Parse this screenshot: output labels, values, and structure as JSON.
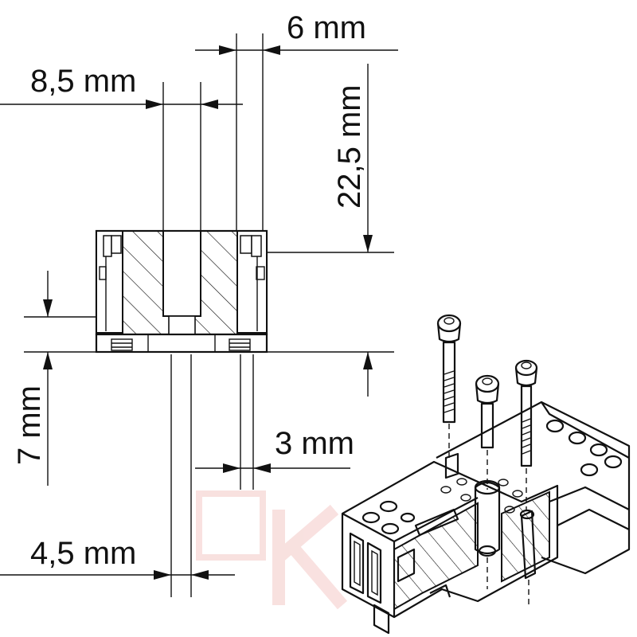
{
  "dimensions": {
    "width_top": "6 mm",
    "width_upper": "8,5 mm",
    "height_total": "22,5 mm",
    "height_lower": "7 mm",
    "gap": "3 mm",
    "width_bottom": "4,5 mm"
  },
  "watermark": {
    "letter": "K",
    "color": "#f4c9c6"
  }
}
